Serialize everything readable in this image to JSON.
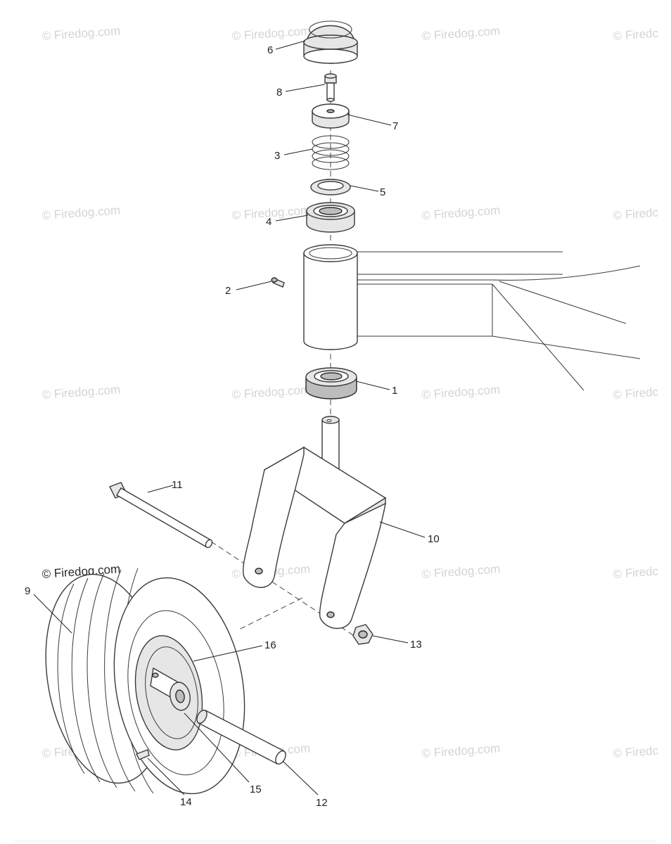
{
  "watermarks": {
    "text": "© Firedog.com",
    "text_cut": "© Firedc"
  },
  "callouts": {
    "c1": "1",
    "c2": "2",
    "c3": "3",
    "c4": "4",
    "c5": "5",
    "c6": "6",
    "c7": "7",
    "c8": "8",
    "c9": "9",
    "c10": "10",
    "c11": "11",
    "c12": "12",
    "c13": "13",
    "c14": "14",
    "c15": "15",
    "c16": "16"
  },
  "colors": {
    "line": "#3a3a3a",
    "watermark": "#d4d4d4",
    "background": "#ffffff"
  }
}
